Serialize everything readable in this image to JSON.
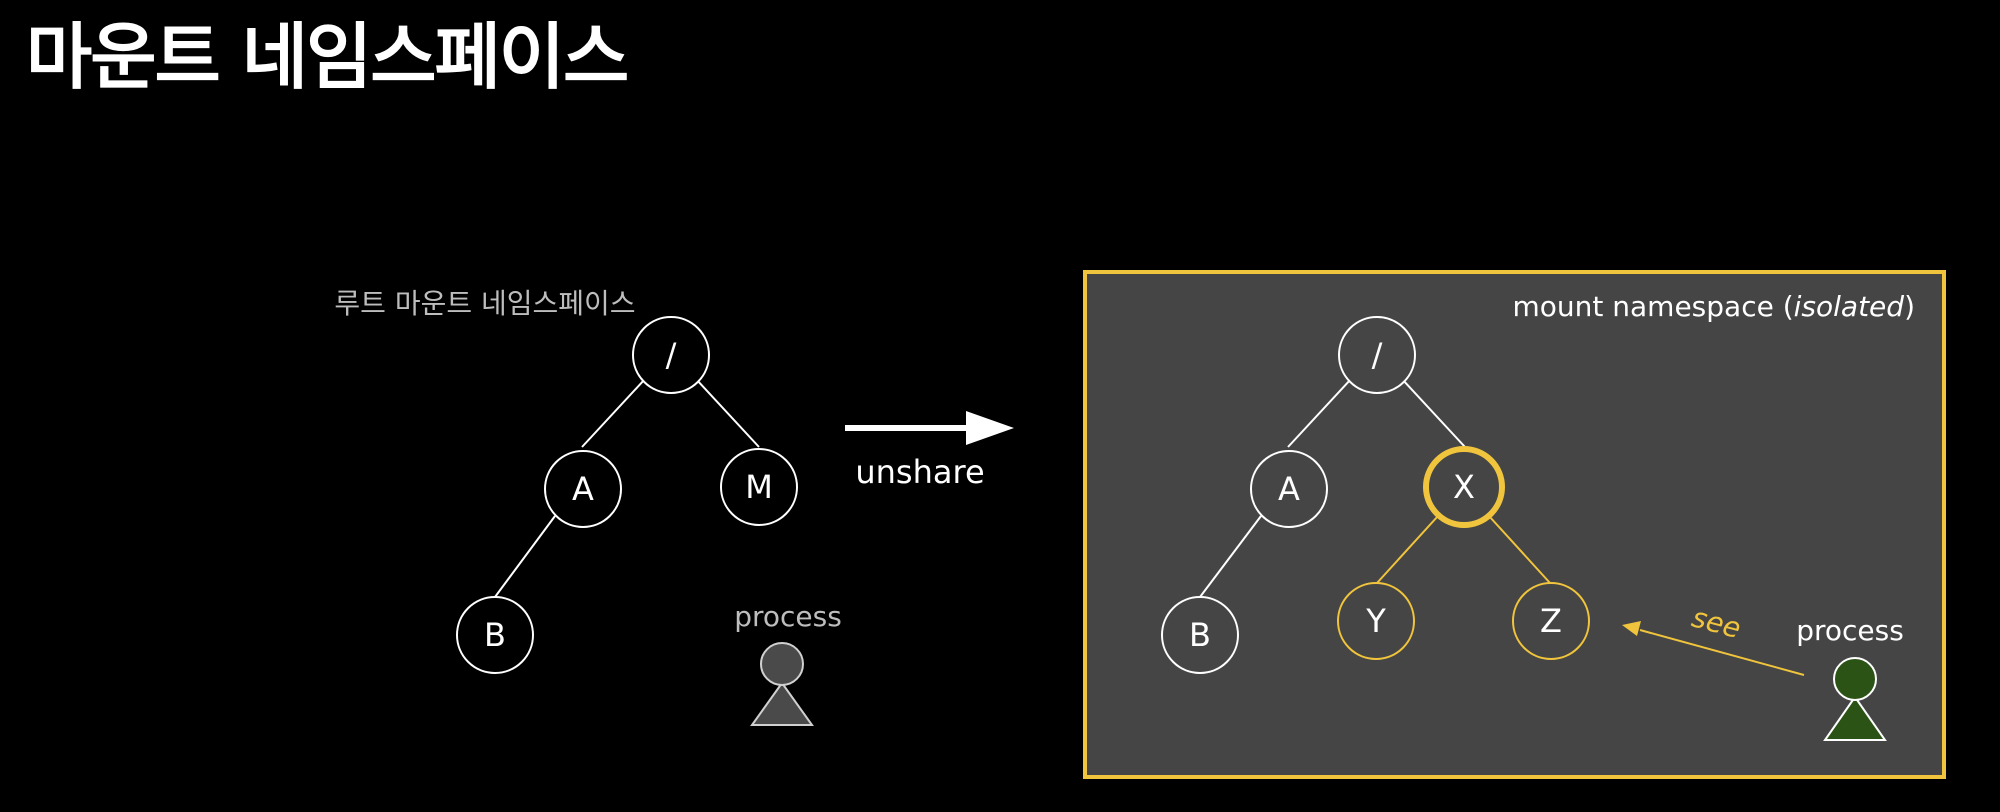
{
  "title": "마운트 네임스페이스",
  "left_tree": {
    "caption": "루트 마운트 네임스페이스",
    "nodes": {
      "root": "/",
      "a": "A",
      "m": "M",
      "b": "B"
    },
    "process_label": "process"
  },
  "arrow": {
    "label": "unshare"
  },
  "right_panel": {
    "caption_prefix": "mount namespace (",
    "caption_italic": "isolated",
    "caption_suffix": ")",
    "nodes": {
      "root": "/",
      "a": "A",
      "x": "X",
      "b": "B",
      "y": "Y",
      "z": "Z"
    },
    "process_label": "process",
    "see_label": "see"
  },
  "colors": {
    "background": "#000000",
    "panel_fill": "#454545",
    "accent_yellow": "#f0c43c",
    "node_stroke": "#ffffff",
    "caption_gray": "#bdbdbd",
    "process_gray": "#4a4a4a",
    "process_green": "#2b5316"
  }
}
